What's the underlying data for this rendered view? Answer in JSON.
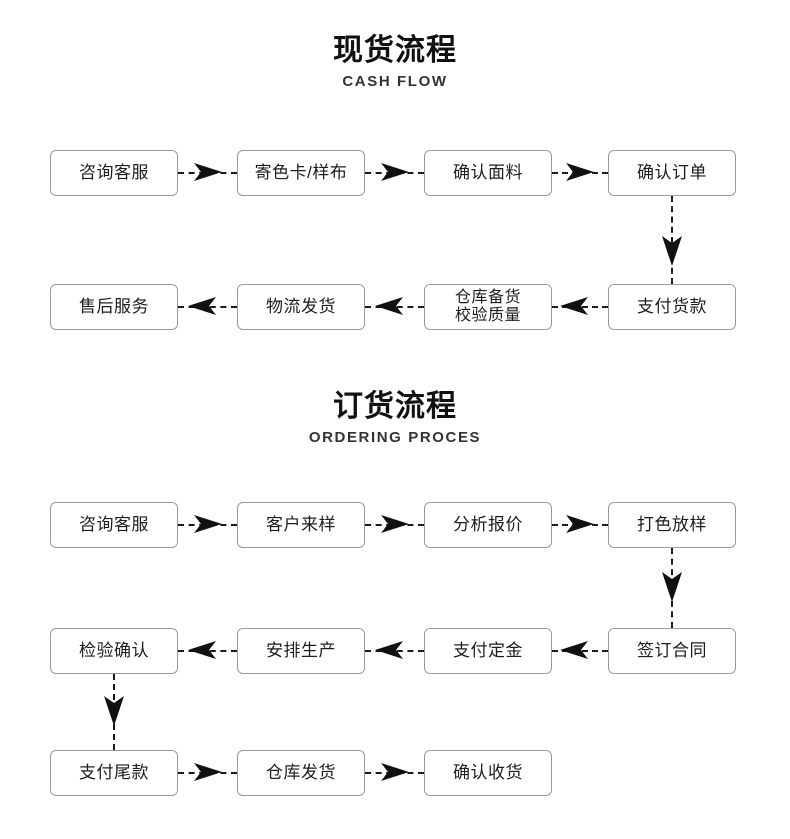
{
  "sections": [
    {
      "id": "cash-flow",
      "title_cn": "现货流程",
      "title_en": "CASH FLOW",
      "rows": [
        {
          "direction": "ltr",
          "boxes": [
            "咨询客服",
            "寄色卡/样布",
            "确认面料",
            "确认订单"
          ]
        },
        {
          "direction": "rtl",
          "boxes": [
            "售后服务",
            "物流发货",
            "仓库备货\n校验质量",
            "支付货款"
          ]
        }
      ],
      "vertical_links": [
        {
          "from": "确认订单",
          "to": "支付货款",
          "column": 4,
          "direction": "down"
        }
      ]
    },
    {
      "id": "ordering-process",
      "title_cn": "订货流程",
      "title_en": "ORDERING PROCES",
      "rows": [
        {
          "direction": "ltr",
          "boxes": [
            "咨询客服",
            "客户来样",
            "分析报价",
            "打色放样"
          ]
        },
        {
          "direction": "rtl",
          "boxes": [
            "检验确认",
            "安排生产",
            "支付定金",
            "签订合同"
          ]
        },
        {
          "direction": "ltr",
          "boxes": [
            "支付尾款",
            "仓库发货",
            "确认收货"
          ]
        }
      ],
      "vertical_links": [
        {
          "from": "打色放样",
          "to": "签订合同",
          "column": 4,
          "direction": "down"
        },
        {
          "from": "检验确认",
          "to": "支付尾款",
          "column": 1,
          "direction": "down"
        }
      ]
    }
  ],
  "style": {
    "box_border_color": "#9b9b9b",
    "box_background": "#ffffff",
    "text_color": "#1d1d1d",
    "connector_color": "#1a1a1a",
    "page_background": "#ffffff"
  }
}
